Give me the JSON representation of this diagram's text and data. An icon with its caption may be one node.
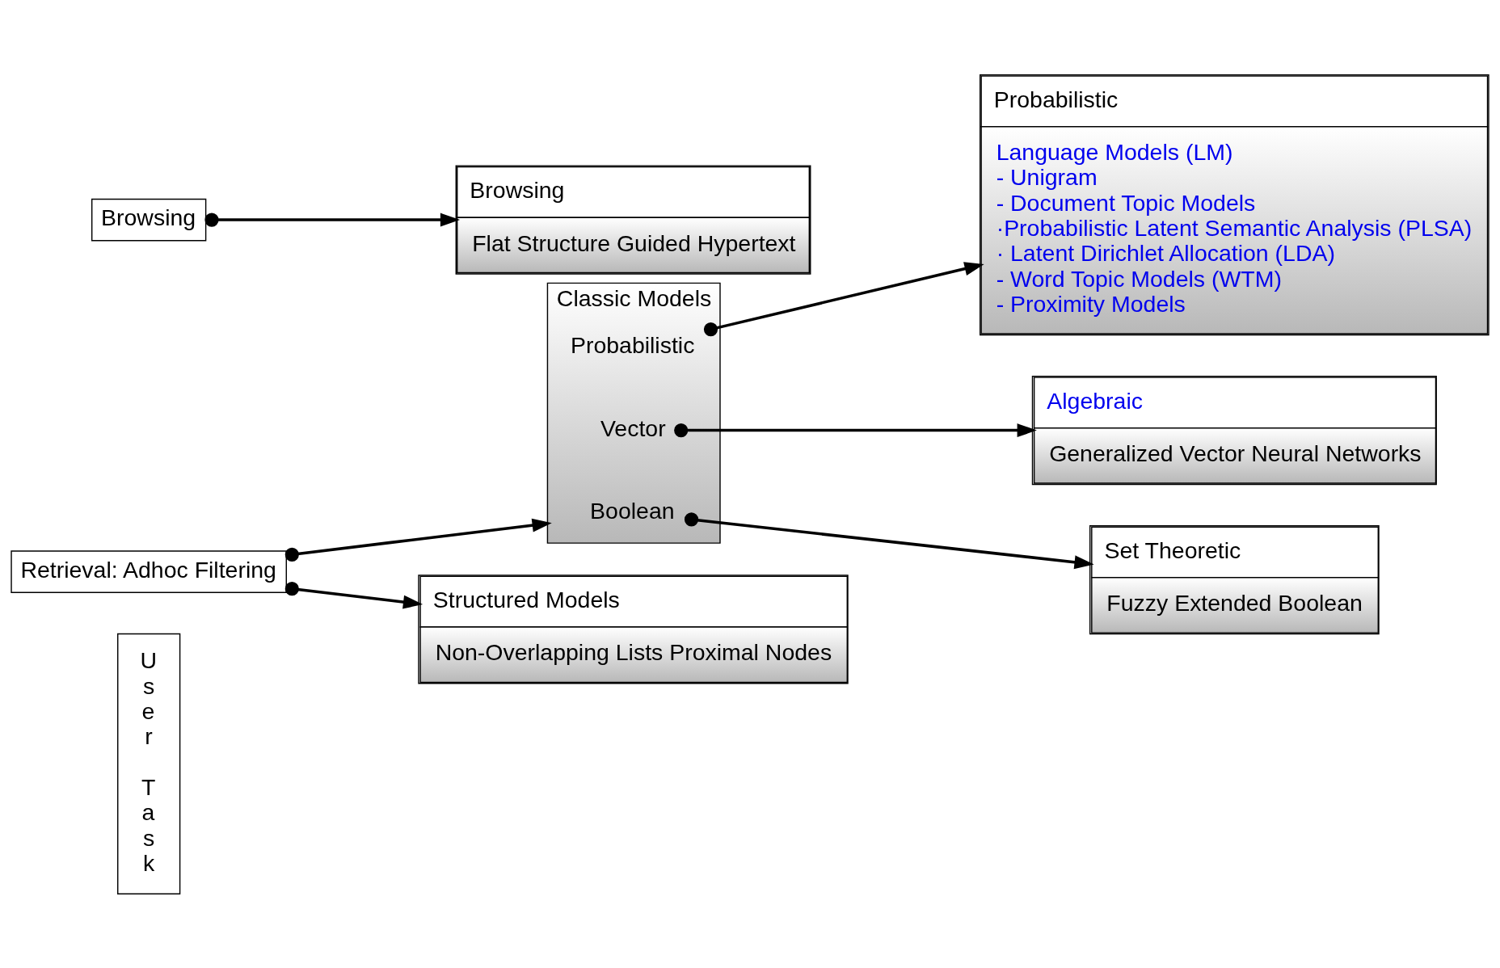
{
  "diagram": {
    "nodes": [
      {
        "text": [
          "User Task"
        ]
      },
      {
        "text": [
          "Retrieval: Adhoc Filtering"
        ]
      },
      {
        "text": [
          "Browsing"
        ]
      },
      {
        "text": [
          "Classic Models"
        ]
      },
      {
        "text": [
          "Boolean"
        ],
        "in": 3
      },
      {
        "text": [
          "Vector"
        ],
        "in": 3
      },
      {
        "text": [
          "Probabilistic"
        ],
        "in": 3
      },
      {
        "text": [
          "Structured Models",
          "Non-Overlapping Lists Proximal Nodes"
        ]
      },
      {
        "text": [
          "Browsing",
          "Flat Structure Guided Hypertext"
        ]
      },
      {
        "text": [
          "Set Theoretic",
          "Fuzzy Extended Boolean"
        ]
      },
      {
        "text": [
          "Algebraic",
          "Generalized Vector Neural Networks"
        ]
      },
      {
        "text": [
          "Probabilistic",
          "Language Models (LM)",
          "- Unigram",
          "- Document Topic Models",
          "·Probabilistic Latent Semantic Analysis (PLSA)",
          "· Latent Dirichlet Allocation (LDA)",
          "- Word Topic Models (WTM)",
          "- Proximity Models"
        ]
      }
    ],
    "edges": [
      {
        "from": 1,
        "to": 3,
        "arrow": "to"
      },
      {
        "from": 1,
        "to": 7,
        "arrow": "to"
      },
      {
        "from": 2,
        "to": 8,
        "arrow": "to"
      },
      {
        "from": 4,
        "to": 9,
        "arrow": "to"
      },
      {
        "from": 5,
        "to": 10,
        "arrow": "to"
      },
      {
        "from": 6,
        "to": 11,
        "arrow": "to"
      }
    ]
  }
}
